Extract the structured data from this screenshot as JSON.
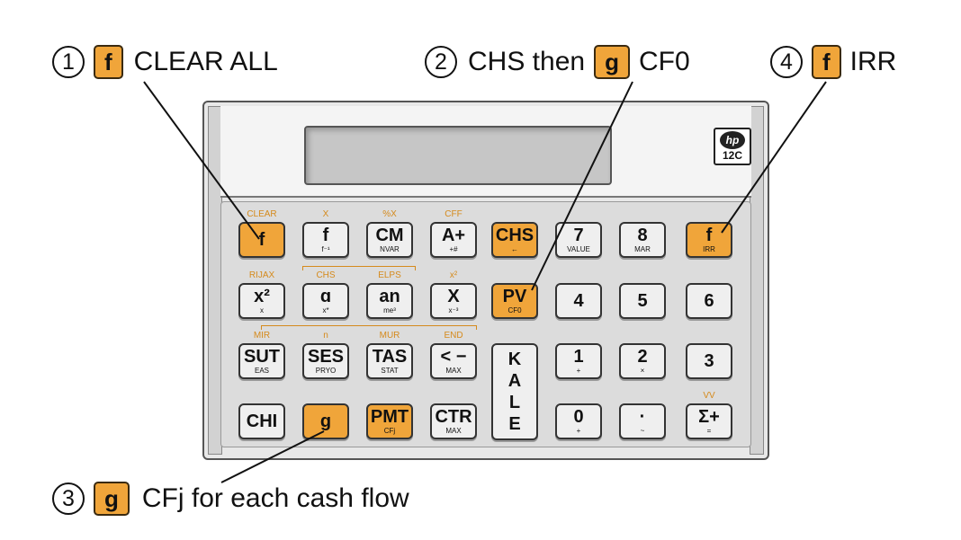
{
  "callouts": [
    {
      "num": "1",
      "chip": "f",
      "text": "CLEAR ALL"
    },
    {
      "num": "2",
      "pre": "CHS then",
      "chip": "g",
      "text": "CF0"
    },
    {
      "num": "4",
      "chip": "f",
      "text": "IRR"
    },
    {
      "num": "3",
      "chip": "g",
      "text": "CFj for each cash flow"
    }
  ],
  "logo": {
    "brand": "hp",
    "model": "12C"
  },
  "colors": {
    "accent": "#f0a53a",
    "label": "#d58a1c",
    "body": "#e8e8e8"
  },
  "keys": [
    {
      "main": "f",
      "sub": "",
      "above": "CLEAR",
      "orange": true
    },
    {
      "main": "f",
      "sub": "f⁻¹",
      "above": "X"
    },
    {
      "main": "CM",
      "sub": "NVAR",
      "above": "%X"
    },
    {
      "main": "A+",
      "sub": "+#",
      "above": "CFF"
    },
    {
      "main": "CHS",
      "sub": "←",
      "above": "",
      "orange": true
    },
    {
      "main": "7",
      "sub": "VALUE",
      "above": ""
    },
    {
      "main": "8",
      "sub": "MAR",
      "above": ""
    },
    {
      "main": "f",
      "sub": "IRR",
      "above": "",
      "orange": true
    },
    {
      "main": "x²",
      "sub": "x",
      "above": "RIJAX"
    },
    {
      "main": "ɑ",
      "sub": "x*",
      "above": "CHS"
    },
    {
      "main": "an",
      "sub": "me³",
      "above": "ELPS"
    },
    {
      "main": "X",
      "sub": "x⁻³",
      "above": "x²"
    },
    {
      "main": "PV",
      "sub": "CF0",
      "above": "",
      "orange": true
    },
    {
      "main": "4",
      "sub": "",
      "above": ""
    },
    {
      "main": "5",
      "sub": "",
      "above": ""
    },
    {
      "main": "6",
      "sub": "",
      "above": ""
    },
    {
      "main": "SUT",
      "sub": "EAS",
      "above": "MIR"
    },
    {
      "main": "SES",
      "sub": "PRYO",
      "above": "n"
    },
    {
      "main": "TAS",
      "sub": "STAT",
      "above": "MUR"
    },
    {
      "main": "< −",
      "sub": "MAX",
      "above": "END"
    },
    {
      "main": "K A L E",
      "sub": "",
      "above": ""
    },
    {
      "main": "1",
      "sub": "+",
      "above": ""
    },
    {
      "main": "2",
      "sub": "×",
      "above": ""
    },
    {
      "main": "3",
      "sub": "",
      "above": ""
    },
    {
      "main": "CHI",
      "sub": "",
      "above": ""
    },
    {
      "main": "g",
      "sub": "",
      "above": "",
      "orange": true
    },
    {
      "main": "PMT",
      "sub": "CFj",
      "above": "",
      "orange": true
    },
    {
      "main": "CTR",
      "sub": "MAX",
      "above": ""
    },
    {
      "main": "0",
      "sub": "+",
      "above": ""
    },
    {
      "main": "·",
      "sub": "~",
      "above": ""
    },
    {
      "main": "Σ+",
      "sub": "=",
      "above": "VV"
    }
  ]
}
